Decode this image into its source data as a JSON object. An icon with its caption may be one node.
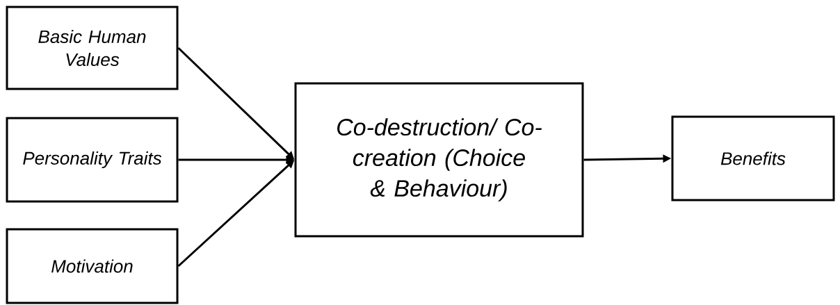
{
  "diagram": {
    "nodes": [
      {
        "text": [
          "Basic Human Values"
        ]
      },
      {
        "text": [
          "Personality Traits"
        ]
      },
      {
        "text": [
          "Motivation"
        ]
      },
      {
        "text": [
          "Co-destruction/ Co-creation (Choice & Behaviour)"
        ]
      },
      {
        "text": [
          "Benefits"
        ]
      }
    ],
    "edges": [
      {
        "from": 0,
        "to": 3,
        "arrow": "to"
      },
      {
        "from": 1,
        "to": 3,
        "arrow": "to"
      },
      {
        "from": 2,
        "to": 3,
        "arrow": "to"
      },
      {
        "from": 3,
        "to": 4,
        "arrow": "to"
      }
    ]
  }
}
